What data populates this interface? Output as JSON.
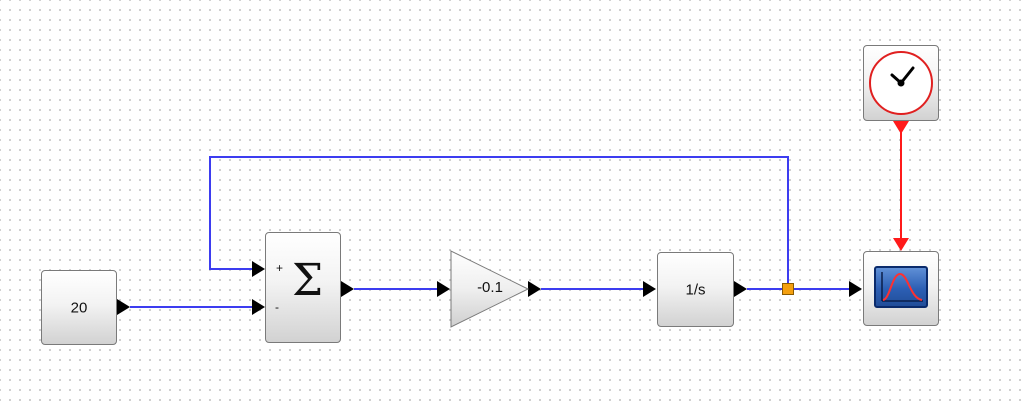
{
  "blocks": {
    "constant": {
      "value": "20"
    },
    "sum": {
      "symbol": "Σ",
      "input_signs": [
        "+",
        "-"
      ]
    },
    "gain": {
      "value": "-0.1"
    },
    "integrator": {
      "expression": "1/s"
    },
    "clock": {
      "icon": "clock-icon"
    },
    "scope": {
      "icon": "scope-plot-icon"
    }
  },
  "colors": {
    "signal_link": "#3d3df0",
    "event_link": "#ff1a1a",
    "clock_ring": "#e02020",
    "split_point": "#f4a00f",
    "scope_curve": "#ff3030"
  }
}
